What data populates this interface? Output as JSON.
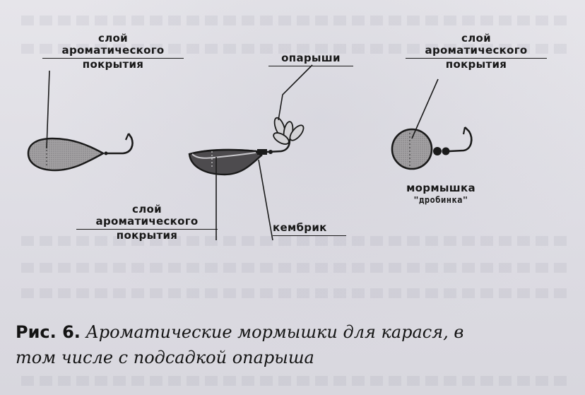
{
  "labels": {
    "left_top": [
      "слой",
      "ароматического",
      "покрытия"
    ],
    "center_top": "опарыши",
    "right_top": [
      "слой",
      "ароматического",
      "покрытия"
    ],
    "center_bottom": [
      "слой",
      "ароматического",
      "покрытия"
    ],
    "kembrik": "кембрик",
    "mormyshka": "мормышка",
    "mormyshka_type": "\"дробинка\""
  },
  "caption": {
    "number": "Рис. 6.",
    "text_line1": "Ароматические мормышки для карася, в",
    "text_line2": "том числе с подсадкой опарыша"
  },
  "colors": {
    "ink": "#141414",
    "paper": "#e3e2e7",
    "lure_fill": "#9a9898"
  }
}
